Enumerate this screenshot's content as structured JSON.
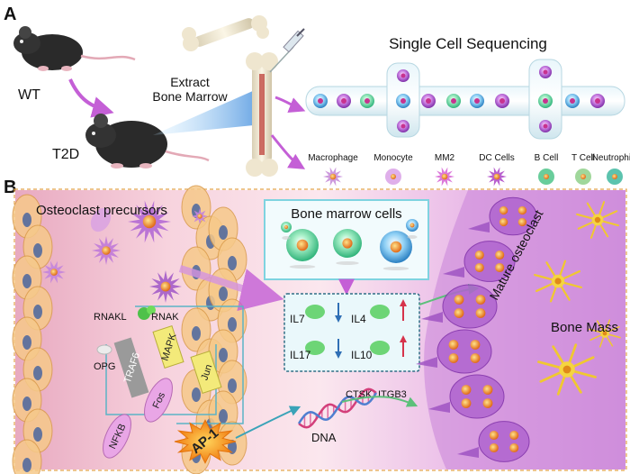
{
  "panel_a": {
    "letter": "A",
    "mouse_wt": "WT",
    "mouse_t2d": "T2D",
    "extract_line1": "Extract",
    "extract_line2": "Bone Marrow",
    "sequencing_title": "Single Cell Sequencing",
    "cell_types": [
      "Macrophage",
      "Monocyte",
      "MM2",
      "DC Cells",
      "B Cell",
      "T Cell",
      "Neutrophils"
    ]
  },
  "panel_b": {
    "letter": "B",
    "osteoclast_precursors": "Osteoclast precursors",
    "bone_marrow_cells": "Bone marrow cells",
    "signaling": {
      "rnakl": "RNAKL",
      "rnak": "RNAK",
      "opg": "OPG",
      "traf6": "TRAF6",
      "mapk": "MAPK",
      "jun": "Jun",
      "fos": "Fos",
      "nfkb": "NFKB",
      "ap1": "AP-1"
    },
    "cytokines": {
      "il7": "IL7",
      "il4": "IL4",
      "il17": "IL17",
      "il10": "IL10"
    },
    "ctsk": "CTSK",
    "itgb3": "ITGB3",
    "dna": "DNA",
    "mature_osteoclast": "Mature osteoclast",
    "bone_mass": "Bone Mass"
  },
  "colors": {
    "tissue_pink": "#f4c6d6",
    "osteoclast_purple": "#b86ad0",
    "box_cyan": "#7fd3e0",
    "bone_cream": "#efe6cf",
    "ap1_orange": "#f5a623",
    "traf_grey": "#9a9a9a",
    "mapk_yellow": "#f3ea7a",
    "fos_pink": "#e9a6e6",
    "up_arrow_red": "#d6334b",
    "down_arrow_blue": "#2f6fb5"
  }
}
